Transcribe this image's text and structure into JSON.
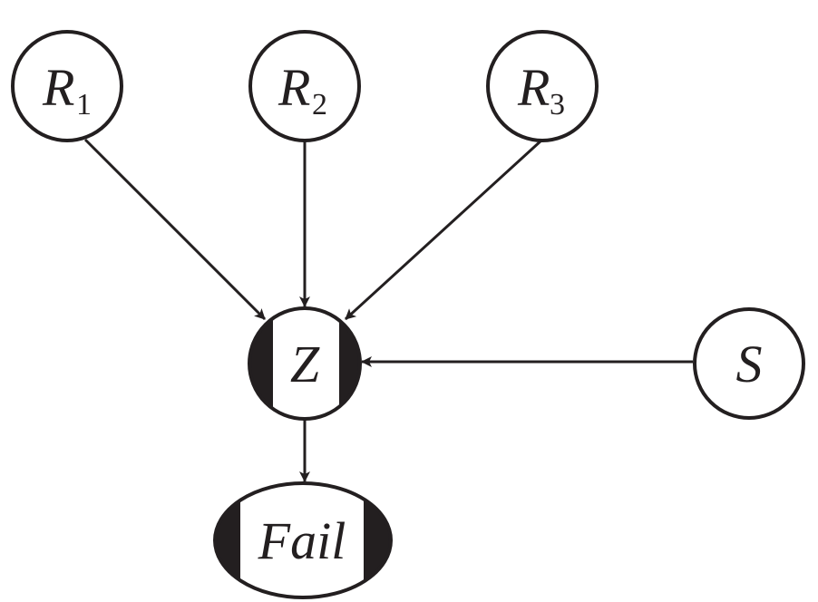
{
  "diagram": {
    "stroke_color": "#231f20",
    "fill_color": "#ffffff",
    "shade_color": "#231f20",
    "nodes": [
      {
        "id": "R1",
        "main": "R",
        "sub": "1",
        "shape": "circle",
        "shaded": false
      },
      {
        "id": "R2",
        "main": "R",
        "sub": "2",
        "shape": "circle",
        "shaded": false
      },
      {
        "id": "R3",
        "main": "R",
        "sub": "3",
        "shape": "circle",
        "shaded": false
      },
      {
        "id": "Z",
        "main": "Z",
        "sub": "",
        "shape": "circle",
        "shaded": true
      },
      {
        "id": "S",
        "main": "S",
        "sub": "",
        "shape": "circle",
        "shaded": false
      },
      {
        "id": "Fail",
        "main": "Fail",
        "sub": "",
        "shape": "ellipse",
        "shaded": true
      }
    ],
    "edges": [
      {
        "from": "R1",
        "to": "Z"
      },
      {
        "from": "R2",
        "to": "Z"
      },
      {
        "from": "R3",
        "to": "Z"
      },
      {
        "from": "S",
        "to": "Z"
      },
      {
        "from": "Z",
        "to": "Fail"
      }
    ]
  }
}
